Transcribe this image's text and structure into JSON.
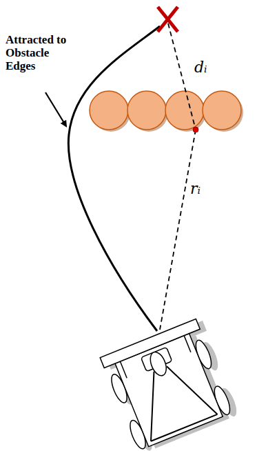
{
  "diagram": {
    "labels": [
      "Attracted to Obstacle Edges",
      "dᵢ",
      "rᵢ"
    ]
  }
}
